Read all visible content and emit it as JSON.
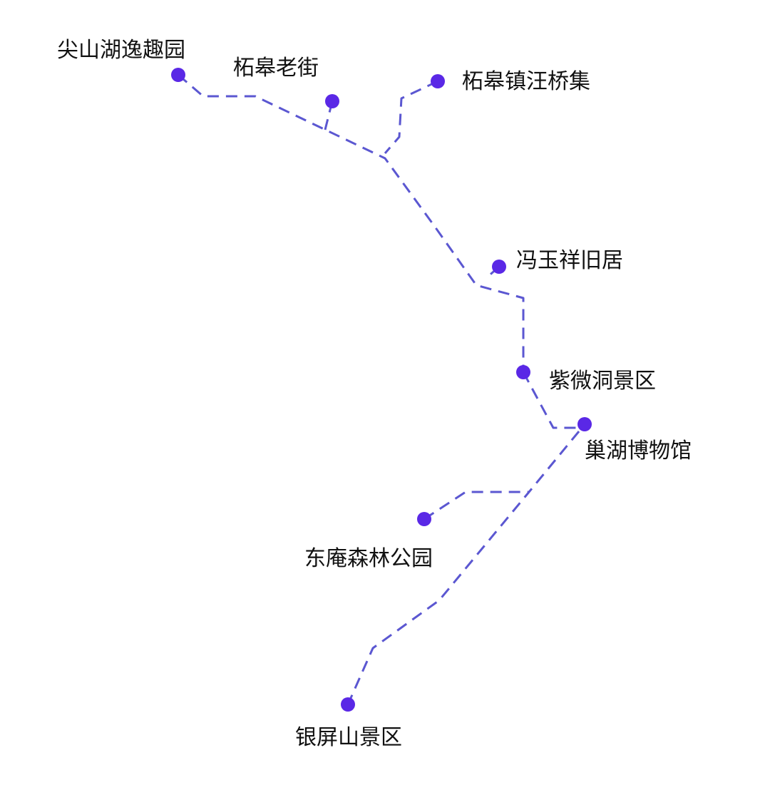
{
  "colors": {
    "route": "#5b57d1",
    "dot": "#5a28e6",
    "label": "#111111",
    "background": "#ffffff"
  },
  "places": [
    {
      "id": "jianshanhu",
      "name": "尖山湖逸趣园"
    },
    {
      "id": "zhegao-old-street",
      "name": "柘皋老街"
    },
    {
      "id": "zhegao-wangqiaoji",
      "name": "柘皋镇汪桥集"
    },
    {
      "id": "feng-yuxiang",
      "name": "冯玉祥旧居"
    },
    {
      "id": "ziweidong",
      "name": "紫微洞景区"
    },
    {
      "id": "chaohu-museum",
      "name": "巢湖博物馆"
    },
    {
      "id": "dongan-forest",
      "name": "东庵森林公园"
    },
    {
      "id": "yinpingshan",
      "name": "银屏山景区"
    }
  ]
}
